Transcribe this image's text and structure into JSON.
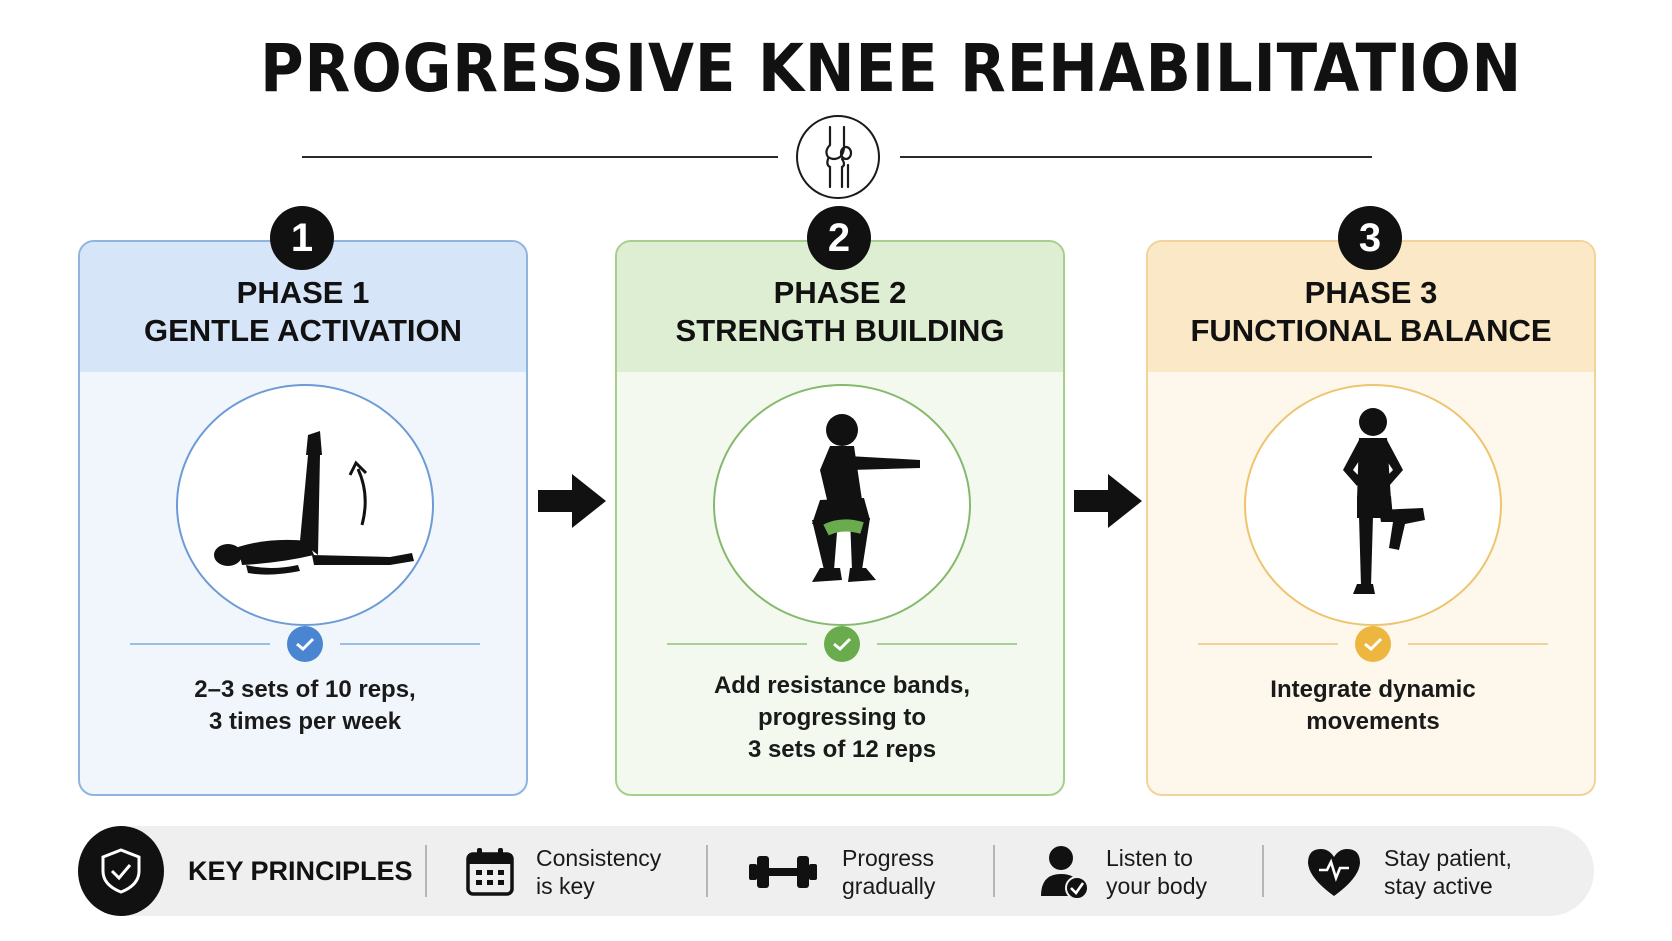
{
  "title": "PROGRESSIVE KNEE REHABILITATION",
  "phases": [
    {
      "number": "1",
      "label": "PHASE 1",
      "name": "GENTLE ACTIVATION",
      "description": [
        "2–3 sets of 10 reps,",
        "3 times per week"
      ],
      "icon": "straight-leg-raise-icon",
      "accent": "#4a85d1"
    },
    {
      "number": "2",
      "label": "PHASE 2",
      "name": "STRENGTH BUILDING",
      "description": [
        "Add resistance bands,",
        "progressing to",
        "3 sets of 12 reps"
      ],
      "icon": "banded-squat-icon",
      "accent": "#6aab4e"
    },
    {
      "number": "3",
      "label": "PHASE 3",
      "name": "FUNCTIONAL BALANCE",
      "description": [
        "Integrate dynamic",
        "movements"
      ],
      "icon": "single-leg-balance-icon",
      "accent": "#edb63e"
    }
  ],
  "principles": {
    "title": "KEY PRINCIPLES",
    "items": [
      {
        "lines": [
          "Consistency",
          "is key"
        ],
        "icon": "calendar-icon"
      },
      {
        "lines": [
          "Progress",
          "gradually"
        ],
        "icon": "dumbbell-icon"
      },
      {
        "lines": [
          "Listen to",
          "your body"
        ],
        "icon": "person-check-icon"
      },
      {
        "lines": [
          "Stay patient,",
          "stay active"
        ],
        "icon": "heart-pulse-icon"
      }
    ]
  }
}
